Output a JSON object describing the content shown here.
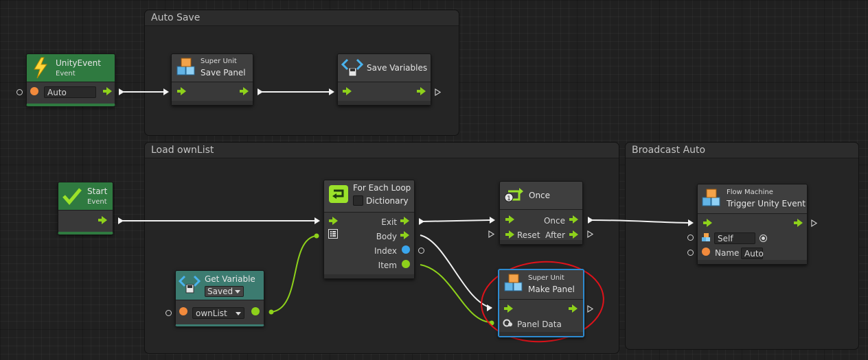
{
  "groups": {
    "auto_save": "Auto Save",
    "load_own_list": "Load ownList",
    "broadcast_auto": "Broadcast Auto"
  },
  "nodes": {
    "unity_event": {
      "title": "UnityEvent",
      "subtitle": "Event",
      "name_value": "Auto"
    },
    "save_panel": {
      "subtitle": "Super Unit",
      "title": "Save  Panel"
    },
    "save_variables": {
      "title": "Save Variables"
    },
    "start": {
      "title": "Start",
      "subtitle": "Event"
    },
    "for_each": {
      "title": "For Each Loop",
      "dictionary_label": "Dictionary",
      "exit_label": "Exit",
      "body_label": "Body",
      "index_label": "Index",
      "item_label": "Item"
    },
    "once": {
      "title": "Once",
      "once_label": "Once",
      "reset_label": "Reset",
      "after_label": "After"
    },
    "get_variable": {
      "title": "Get Variable",
      "kind": "Saved",
      "name_value": "ownList"
    },
    "make_panel": {
      "subtitle": "Super Unit",
      "title": "Make  Panel",
      "panel_data_label": "Panel  Data"
    },
    "trigger": {
      "subtitle": "Flow Machine",
      "title": "Trigger Unity Event",
      "self_value": "Self",
      "name_label": "Name",
      "name_value": "Auto"
    }
  },
  "colors": {
    "flow": "#8ed11b",
    "orange_port": "#f28a3c",
    "blue_port": "#3aa6ee",
    "green_port": "#8ed11b",
    "wire_flow": "#f2f2f2",
    "wire_data": "#8ed11b",
    "selection": "#2d8bd1",
    "annotation": "#e0121a"
  },
  "icons": [
    "lightning-icon",
    "super-unit-cube-icon",
    "save-variables-icon",
    "checkmark-icon",
    "loop-icon",
    "once-icon",
    "get-variable-icon",
    "flow-machine-icon",
    "list-icon",
    "gear-icon"
  ]
}
